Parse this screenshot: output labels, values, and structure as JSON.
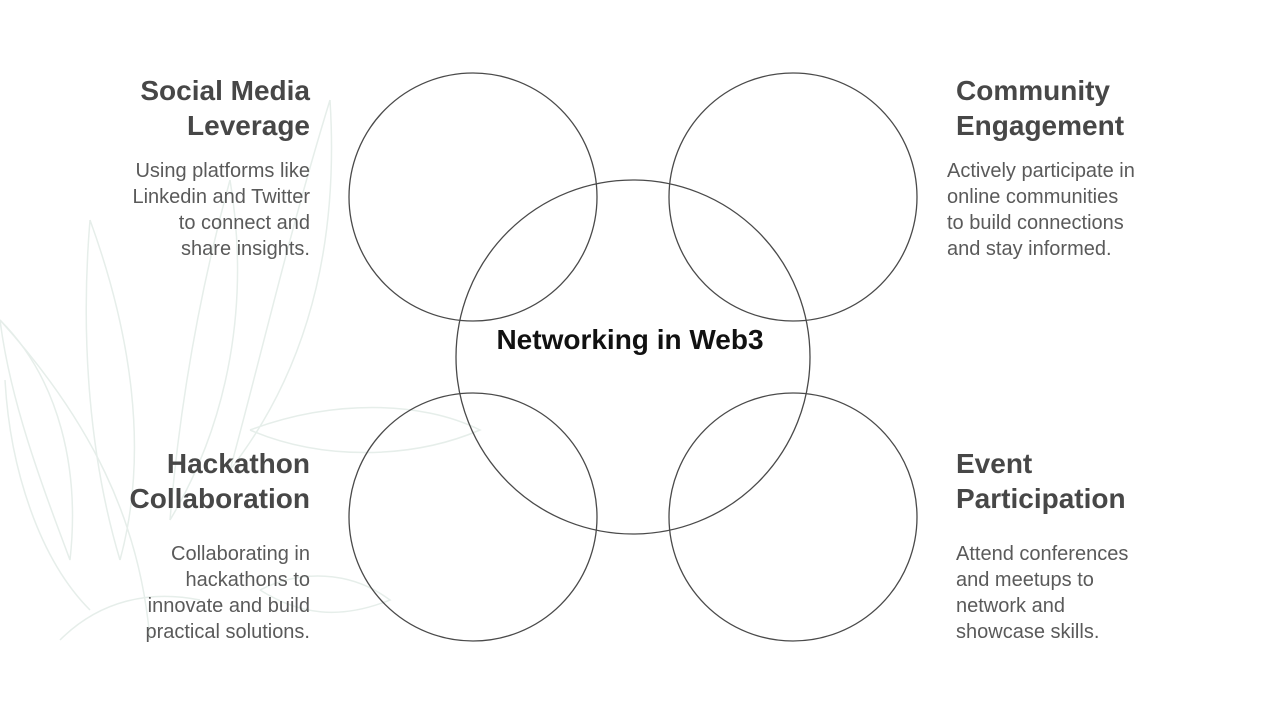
{
  "diagram": {
    "center": {
      "label": "Networking in Web3"
    },
    "nodes": [
      {
        "id": "top-left",
        "title_lines": [
          "Social Media",
          "Leverage"
        ],
        "description_lines": [
          "Using platforms like",
          "Linkedin and Twitter",
          "to connect and",
          "share insights."
        ]
      },
      {
        "id": "top-right",
        "title_lines": [
          "Community",
          "Engagement"
        ],
        "description_lines": [
          "Actively participate in",
          "online communities",
          "to build connections",
          "and stay informed."
        ]
      },
      {
        "id": "bottom-left",
        "title_lines": [
          "Hackathon",
          "Collaboration"
        ],
        "description_lines": [
          "Collaborating in",
          "hackathons to",
          "innovate and build",
          "practical solutions."
        ]
      },
      {
        "id": "bottom-right",
        "title_lines": [
          "Event",
          "Participation"
        ],
        "description_lines": [
          "Attend conferences",
          "and meetups to",
          "network and",
          "showcase skills."
        ]
      }
    ]
  },
  "colors": {
    "circle_stroke": "#4a4a4a",
    "heading": "#474747",
    "description": "#5a5a5a",
    "center_text": "#111111",
    "leaf_watermark": "#e6eeea"
  }
}
